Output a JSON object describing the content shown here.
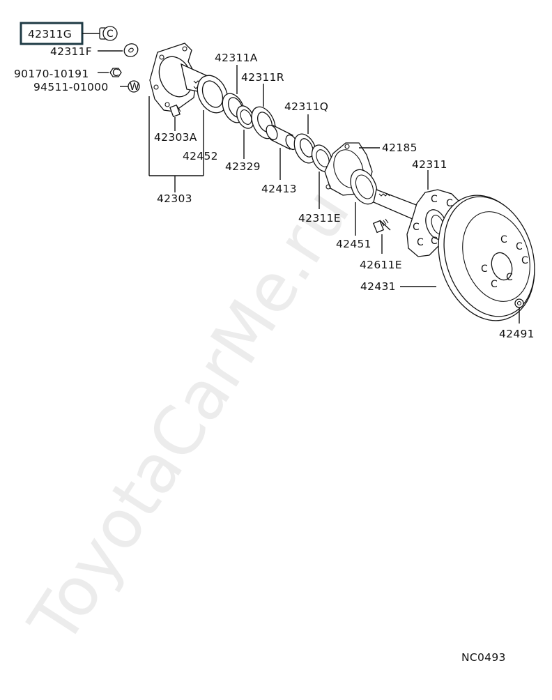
{
  "diagram": {
    "highlighted_part": "42311G",
    "parts": {
      "p42311G": "42311G",
      "p42311F": "42311F",
      "p90170": "90170-10191",
      "p94511": "94511-01000",
      "p42311A": "42311A",
      "p42311R": "42311R",
      "p42311Q": "42311Q",
      "p42185": "42185",
      "p42311": "42311",
      "p42303A": "42303A",
      "p42452": "42452",
      "p42329": "42329",
      "p42413": "42413",
      "p42303": "42303",
      "p42311E": "42311E",
      "p42451": "42451",
      "p42611E": "42611E",
      "p42431": "42431",
      "p42491": "42491"
    },
    "symbols": {
      "c_glyph": "C",
      "w_glyph": "W"
    },
    "diagram_code": "NC0493",
    "watermark": "ToyotaCarMe.ru",
    "highlight_color": "#1e3a44"
  }
}
